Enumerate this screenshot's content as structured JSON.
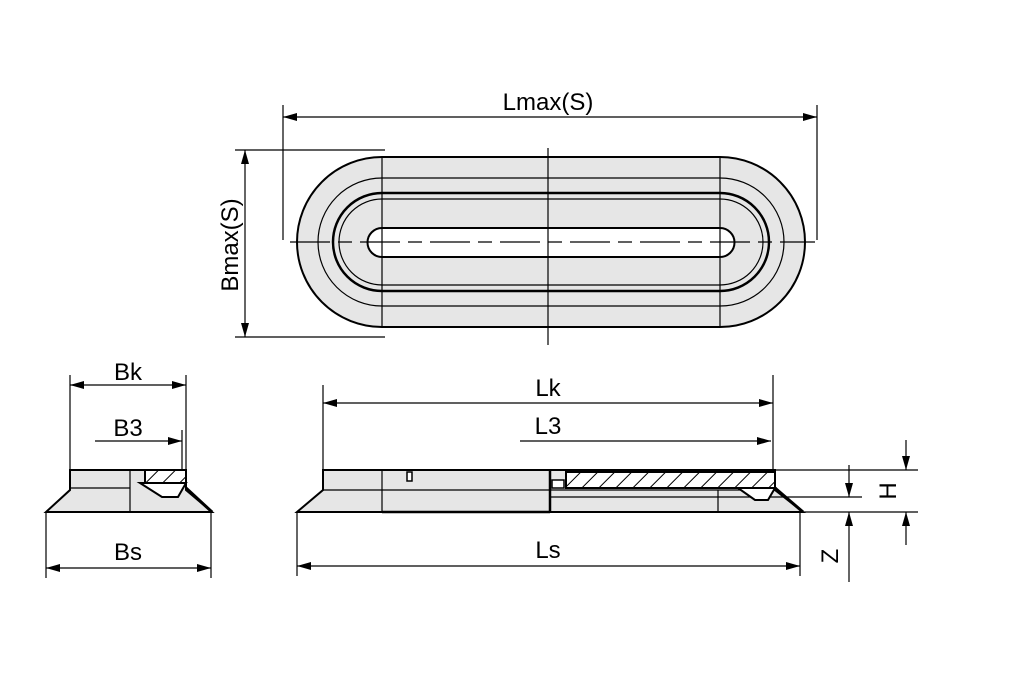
{
  "labels": {
    "lmax": "Lmax(S)",
    "bmax": "Bmax(S)",
    "bk": "Bk",
    "b3": "B3",
    "bs": "Bs",
    "lk": "Lk",
    "l3": "L3",
    "ls": "Ls",
    "h": "H",
    "z": "Z"
  },
  "colors": {
    "line": "#000000",
    "fill": "#e6e6e6"
  }
}
